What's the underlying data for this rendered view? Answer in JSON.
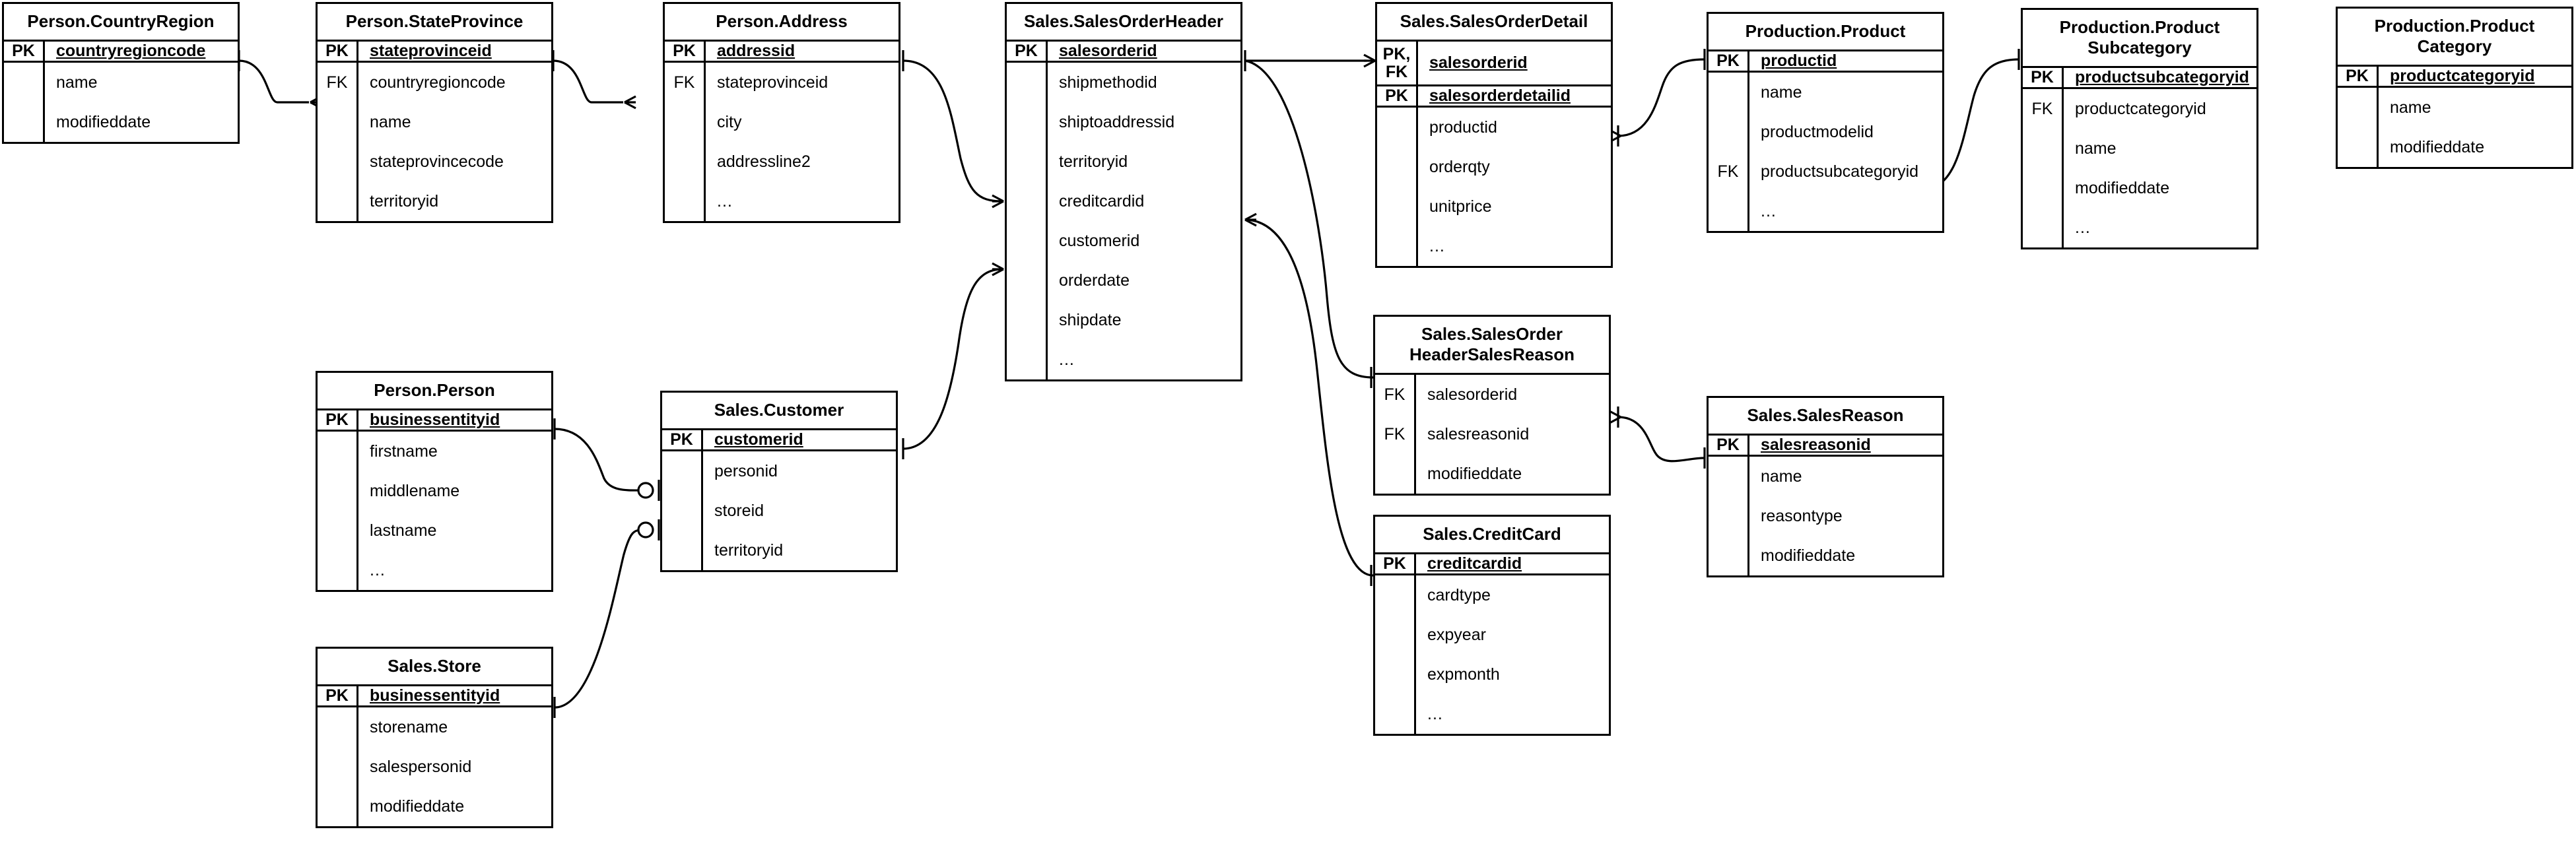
{
  "diagram": {
    "title": "AdventureWorks Sales ER Diagram",
    "notation": "crow's-foot",
    "line_color": "#000000",
    "background": "#ffffff"
  },
  "entities": [
    {
      "id": "country_region",
      "title": "Person.CountryRegion",
      "pk_rows": [
        {
          "key": "PK",
          "name": "countryregioncode"
        }
      ],
      "attrs": [
        {
          "key": "",
          "name": "name"
        },
        {
          "key": "",
          "name": "modifieddate"
        }
      ]
    },
    {
      "id": "state_province",
      "title": "Person.StateProvince",
      "pk_rows": [
        {
          "key": "PK",
          "name": "stateprovinceid"
        }
      ],
      "attrs": [
        {
          "key": "FK",
          "name": "countryregioncode"
        },
        {
          "key": "",
          "name": "name"
        },
        {
          "key": "",
          "name": "stateprovincecode"
        },
        {
          "key": "",
          "name": "territoryid"
        }
      ]
    },
    {
      "id": "address",
      "title": "Person.Address",
      "pk_rows": [
        {
          "key": "PK",
          "name": "addressid"
        }
      ],
      "attrs": [
        {
          "key": "FK",
          "name": "stateprovinceid"
        },
        {
          "key": "",
          "name": "city"
        },
        {
          "key": "",
          "name": "addressline2"
        },
        {
          "key": "",
          "name": "..."
        }
      ]
    },
    {
      "id": "sales_order_header",
      "title": "Sales.SalesOrderHeader",
      "pk_rows": [
        {
          "key": "PK",
          "name": "salesorderid"
        }
      ],
      "attrs": [
        {
          "key": "",
          "name": "shipmethodid"
        },
        {
          "key": "",
          "name": "shiptoaddressid"
        },
        {
          "key": "",
          "name": "territoryid"
        },
        {
          "key": "",
          "name": "creditcardid"
        },
        {
          "key": "",
          "name": "customerid"
        },
        {
          "key": "",
          "name": "orderdate"
        },
        {
          "key": "",
          "name": "shipdate"
        },
        {
          "key": "",
          "name": "..."
        }
      ]
    },
    {
      "id": "sales_order_detail",
      "title": "Sales.SalesOrderDetail",
      "pk_rows": [
        {
          "key": "PK,\nFK",
          "name": "salesorderid"
        },
        {
          "key": "PK",
          "name": "salesorderdetailid"
        }
      ],
      "attrs": [
        {
          "key": "",
          "name": "productid"
        },
        {
          "key": "",
          "name": "orderqty"
        },
        {
          "key": "",
          "name": "unitprice"
        },
        {
          "key": "",
          "name": "..."
        }
      ]
    },
    {
      "id": "product",
      "title": "Production.Product",
      "pk_rows": [
        {
          "key": "PK",
          "name": "productid"
        }
      ],
      "attrs": [
        {
          "key": "",
          "name": "name"
        },
        {
          "key": "",
          "name": "productmodelid"
        },
        {
          "key": "FK",
          "name": "productsubcategoryid"
        },
        {
          "key": "",
          "name": "..."
        }
      ]
    },
    {
      "id": "product_subcategory",
      "title": "Production.Product\nSubcategory",
      "pk_rows": [
        {
          "key": "PK",
          "name": "productsubcategoryid"
        }
      ],
      "attrs": [
        {
          "key": "FK",
          "name": "productcategoryid"
        },
        {
          "key": "",
          "name": "name"
        },
        {
          "key": "",
          "name": "modifieddate"
        },
        {
          "key": "",
          "name": "..."
        }
      ]
    },
    {
      "id": "product_category",
      "title": "Production.Product\nCategory",
      "pk_rows": [
        {
          "key": "PK",
          "name": "productcategoryid"
        }
      ],
      "attrs": [
        {
          "key": "",
          "name": "name"
        },
        {
          "key": "",
          "name": "modifieddate"
        }
      ]
    },
    {
      "id": "person",
      "title": "Person.Person",
      "pk_rows": [
        {
          "key": "PK",
          "name": "businessentityid"
        }
      ],
      "attrs": [
        {
          "key": "",
          "name": "firstname"
        },
        {
          "key": "",
          "name": "middlename"
        },
        {
          "key": "",
          "name": "lastname"
        },
        {
          "key": "",
          "name": "..."
        }
      ]
    },
    {
      "id": "customer",
      "title": "Sales.Customer",
      "pk_rows": [
        {
          "key": "PK",
          "name": "customerid"
        }
      ],
      "attrs": [
        {
          "key": "",
          "name": "personid"
        },
        {
          "key": "",
          "name": "storeid"
        },
        {
          "key": "",
          "name": "territoryid"
        }
      ]
    },
    {
      "id": "store",
      "title": "Sales.Store",
      "pk_rows": [
        {
          "key": "PK",
          "name": "businessentityid"
        }
      ],
      "attrs": [
        {
          "key": "",
          "name": "storename"
        },
        {
          "key": "",
          "name": "salespersonid"
        },
        {
          "key": "",
          "name": "modifieddate"
        }
      ]
    },
    {
      "id": "soh_sales_reason",
      "title": "Sales.SalesOrder\nHeaderSalesReason",
      "pk_rows": [],
      "attrs": [
        {
          "key": "FK",
          "name": "salesorderid"
        },
        {
          "key": "FK",
          "name": "salesreasonid"
        },
        {
          "key": "",
          "name": "modifieddate"
        }
      ]
    },
    {
      "id": "sales_reason",
      "title": "Sales.SalesReason",
      "pk_rows": [
        {
          "key": "PK",
          "name": "salesreasonid"
        }
      ],
      "attrs": [
        {
          "key": "",
          "name": "name"
        },
        {
          "key": "",
          "name": "reasontype"
        },
        {
          "key": "",
          "name": "modifieddate"
        }
      ]
    },
    {
      "id": "credit_card",
      "title": "Sales.CreditCard",
      "pk_rows": [
        {
          "key": "PK",
          "name": "creditcardid"
        }
      ],
      "attrs": [
        {
          "key": "",
          "name": "cardtype"
        },
        {
          "key": "",
          "name": "expyear"
        },
        {
          "key": "",
          "name": "expmonth"
        },
        {
          "key": "",
          "name": "..."
        }
      ]
    }
  ],
  "relationships": [
    {
      "from": "country_region.countryregioncode",
      "to": "state_province.countryregioncode",
      "from_card": "one",
      "to_card": "many"
    },
    {
      "from": "state_province.stateprovinceid",
      "to": "address.stateprovinceid",
      "from_card": "one",
      "to_card": "many"
    },
    {
      "from": "address.addressid",
      "to": "sales_order_header.shiptoaddressid",
      "from_card": "one",
      "to_card": "many"
    },
    {
      "from": "sales_order_header.salesorderid",
      "to": "sales_order_detail.salesorderid",
      "from_card": "one",
      "to_card": "many"
    },
    {
      "from": "sales_order_header.salesorderid",
      "to": "soh_sales_reason.salesorderid",
      "from_card": "one",
      "to_card": "many"
    },
    {
      "from": "sales_order_detail.productid",
      "to": "product.productid",
      "from_card": "many",
      "to_card": "one"
    },
    {
      "from": "product.productsubcategoryid",
      "to": "product_subcategory.productsubcategoryid",
      "from_card": "many",
      "to_card": "one"
    },
    {
      "from": "product_subcategory.productcategoryid",
      "to": "product_category.productcategoryid",
      "from_card": "many",
      "to_card": "one"
    },
    {
      "from": "soh_sales_reason.salesreasonid",
      "to": "sales_reason.salesreasonid",
      "from_card": "many",
      "to_card": "one"
    },
    {
      "from": "credit_card.creditcardid",
      "to": "sales_order_header.creditcardid",
      "from_card": "one",
      "to_card": "many"
    },
    {
      "from": "customer.customerid",
      "to": "sales_order_header.customerid",
      "from_card": "one",
      "to_card": "many"
    },
    {
      "from": "person.businessentityid",
      "to": "customer.personid",
      "from_card": "one",
      "to_card": "zero-or-one"
    },
    {
      "from": "store.businessentityid",
      "to": "customer.storeid",
      "from_card": "one",
      "to_card": "zero-or-one"
    }
  ]
}
